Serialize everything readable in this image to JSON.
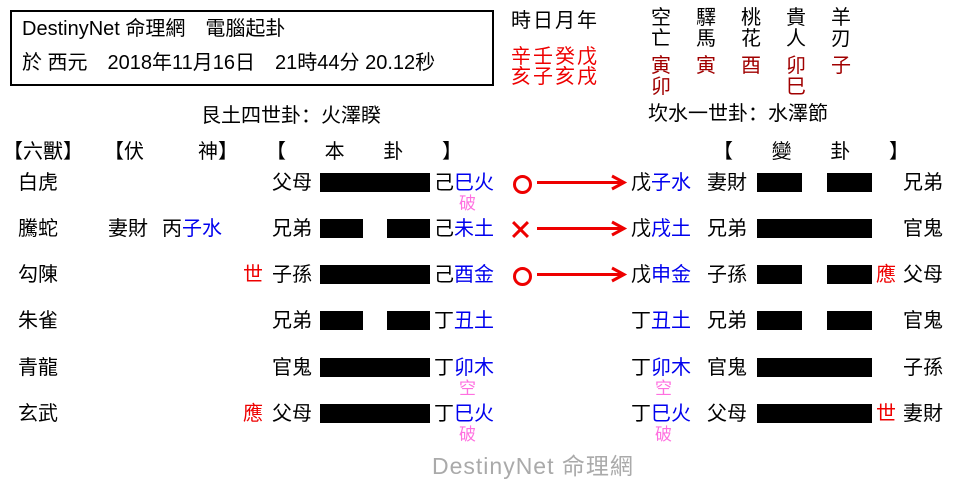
{
  "colors": {
    "red": "#EE0000",
    "dark_red": "#A00000",
    "blue": "#0000EE",
    "pink": "#FF70E0",
    "gray": "#AAAAAA",
    "black": "#000000"
  },
  "header_box": {
    "line1": "DestinyNet 命理網　電腦起卦",
    "line2": "於 西元　2018年11月16日　21時44分 20.12秒"
  },
  "pillars": {
    "title": "時日月年",
    "stems": "辛壬癸戊",
    "branches": "亥子亥戌"
  },
  "stars": [
    {
      "name": "空亡",
      "value": "寅卯"
    },
    {
      "name": "驛馬",
      "value": "寅"
    },
    {
      "name": "桃花",
      "value": "酉"
    },
    {
      "name": "貴人",
      "value": "卯巳"
    },
    {
      "name": "羊刃",
      "value": "子"
    }
  ],
  "palaces": {
    "main": "艮土四世卦：火澤睽",
    "changed": "坎水一世卦：水澤節"
  },
  "table_headers": {
    "six_beasts": "【六獸】",
    "hidden_god": [
      "【伏",
      "神】"
    ],
    "main_hexagram": [
      "【",
      "本",
      "卦",
      "】"
    ],
    "changed_hexagram": [
      "【",
      "變",
      "卦",
      "】"
    ]
  },
  "rows": [
    {
      "beast": "白虎",
      "fu_relation": "",
      "fu_stem": "",
      "fu_branch": "",
      "seat_left": "",
      "rel_left": "父母",
      "line_left": "solid",
      "stem_left": "己",
      "branch_left": "巳火",
      "anno_left": "破",
      "marker": "O",
      "stem_right": "戊",
      "branch_right": "子水",
      "anno_right": "",
      "rel_mid": "妻財",
      "line_right": "broken",
      "seat_right": "",
      "rel_right": "兄弟"
    },
    {
      "beast": "騰蛇",
      "fu_relation": "妻財",
      "fu_stem": "丙",
      "fu_branch": "子水",
      "seat_left": "",
      "rel_left": "兄弟",
      "line_left": "broken",
      "stem_left": "己",
      "branch_left": "未土",
      "anno_left": "",
      "marker": "X",
      "stem_right": "戊",
      "branch_right": "戌土",
      "anno_right": "",
      "rel_mid": "兄弟",
      "line_right": "solid",
      "seat_right": "",
      "rel_right": "官鬼"
    },
    {
      "beast": "勾陳",
      "fu_relation": "",
      "fu_stem": "",
      "fu_branch": "",
      "seat_left": "世",
      "rel_left": "子孫",
      "line_left": "solid",
      "stem_left": "己",
      "branch_left": "酉金",
      "anno_left": "",
      "marker": "O",
      "stem_right": "戊",
      "branch_right": "申金",
      "anno_right": "",
      "rel_mid": "子孫",
      "line_right": "broken",
      "seat_right": "應",
      "rel_right": "父母"
    },
    {
      "beast": "朱雀",
      "fu_relation": "",
      "fu_stem": "",
      "fu_branch": "",
      "seat_left": "",
      "rel_left": "兄弟",
      "line_left": "broken",
      "stem_left": "丁",
      "branch_left": "丑土",
      "anno_left": "",
      "marker": "",
      "stem_right": "丁",
      "branch_right": "丑土",
      "anno_right": "",
      "rel_mid": "兄弟",
      "line_right": "broken",
      "seat_right": "",
      "rel_right": "官鬼"
    },
    {
      "beast": "青龍",
      "fu_relation": "",
      "fu_stem": "",
      "fu_branch": "",
      "seat_left": "",
      "rel_left": "官鬼",
      "line_left": "solid",
      "stem_left": "丁",
      "branch_left": "卯木",
      "anno_left": "空",
      "marker": "",
      "stem_right": "丁",
      "branch_right": "卯木",
      "anno_right": "空",
      "rel_mid": "官鬼",
      "line_right": "solid",
      "seat_right": "",
      "rel_right": "子孫"
    },
    {
      "beast": "玄武",
      "fu_relation": "",
      "fu_stem": "",
      "fu_branch": "",
      "seat_left": "應",
      "rel_left": "父母",
      "line_left": "solid",
      "stem_left": "丁",
      "branch_left": "巳火",
      "anno_left": "破",
      "marker": "",
      "stem_right": "丁",
      "branch_right": "巳火",
      "anno_right": "破",
      "rel_mid": "父母",
      "line_right": "solid",
      "seat_right": "世",
      "rel_right": "妻財"
    }
  ],
  "watermark": "DestinyNet 命理網"
}
